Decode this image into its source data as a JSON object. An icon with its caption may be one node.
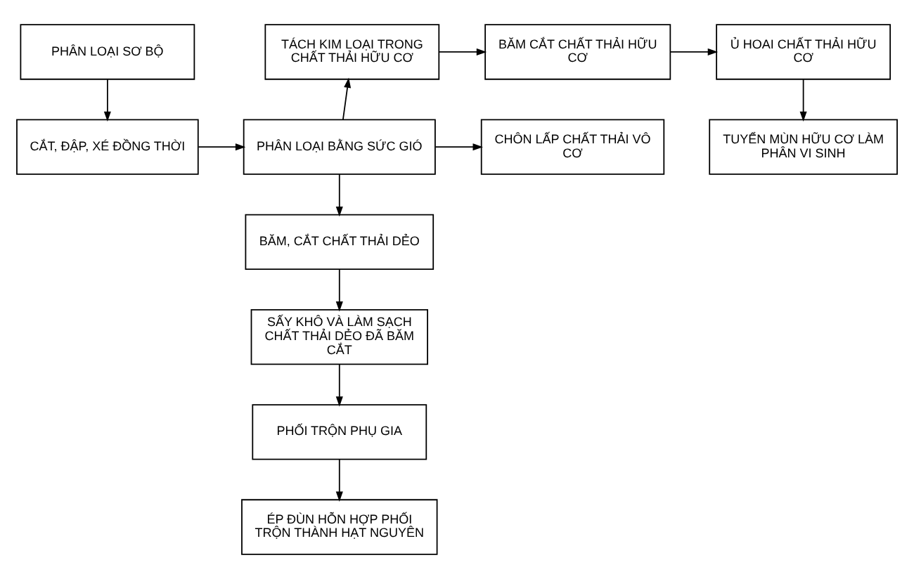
{
  "diagram": {
    "nodes": [
      {
        "text": [
          "PHÂN LOẠI SƠ BỘ"
        ]
      },
      {
        "text": [
          "TÁCH KIM LOẠI TRONG CHẤT THẢI HỮU CƠ"
        ]
      },
      {
        "text": [
          "BĂM CẮT CHẤT THẢI HỮU CƠ"
        ]
      },
      {
        "text": [
          "Ủ HOAI CHẤT THẢI HỮU CƠ"
        ]
      },
      {
        "text": [
          "CẮT, ĐẬP, XÉ ĐỒNG THỜI"
        ]
      },
      {
        "text": [
          "PHÂN LOẠI BẰNG SỨC GIÓ"
        ]
      },
      {
        "text": [
          "CHÔN LẤP CHẤT THẢI VÔ CƠ"
        ]
      },
      {
        "text": [
          "TUYỂN MÙN HỮU CƠ LÀM PHÂN VI SINH"
        ]
      },
      {
        "text": [
          "BĂM, CẮT CHẤT THẢI DẺO"
        ]
      },
      {
        "text": [
          "SẤY KHÔ VÀ LÀM SẠCH CHẤT THẢI DẺO ĐÃ BĂM CẮT"
        ]
      },
      {
        "text": [
          "PHỐI TRỘN PHỤ GIA"
        ]
      },
      {
        "text": [
          "ÉP ĐÙN HỖN HỢP PHỐI TRỘN THÀNH HẠT NGUYÊN"
        ]
      }
    ],
    "edges": [
      {
        "from": 0,
        "to": 4,
        "arrow": "to"
      },
      {
        "from": 4,
        "to": 5,
        "arrow": "to"
      },
      {
        "from": 5,
        "to": 1,
        "arrow": "to"
      },
      {
        "from": 1,
        "to": 2,
        "arrow": "to"
      },
      {
        "from": 2,
        "to": 3,
        "arrow": "to"
      },
      {
        "from": 3,
        "to": 7,
        "arrow": "to"
      },
      {
        "from": 5,
        "to": 6,
        "arrow": "to"
      },
      {
        "from": 5,
        "to": 8,
        "arrow": "to"
      },
      {
        "from": 8,
        "to": 9,
        "arrow": "to"
      },
      {
        "from": 9,
        "to": 10,
        "arrow": "to"
      },
      {
        "from": 10,
        "to": 11,
        "arrow": "to"
      }
    ]
  }
}
